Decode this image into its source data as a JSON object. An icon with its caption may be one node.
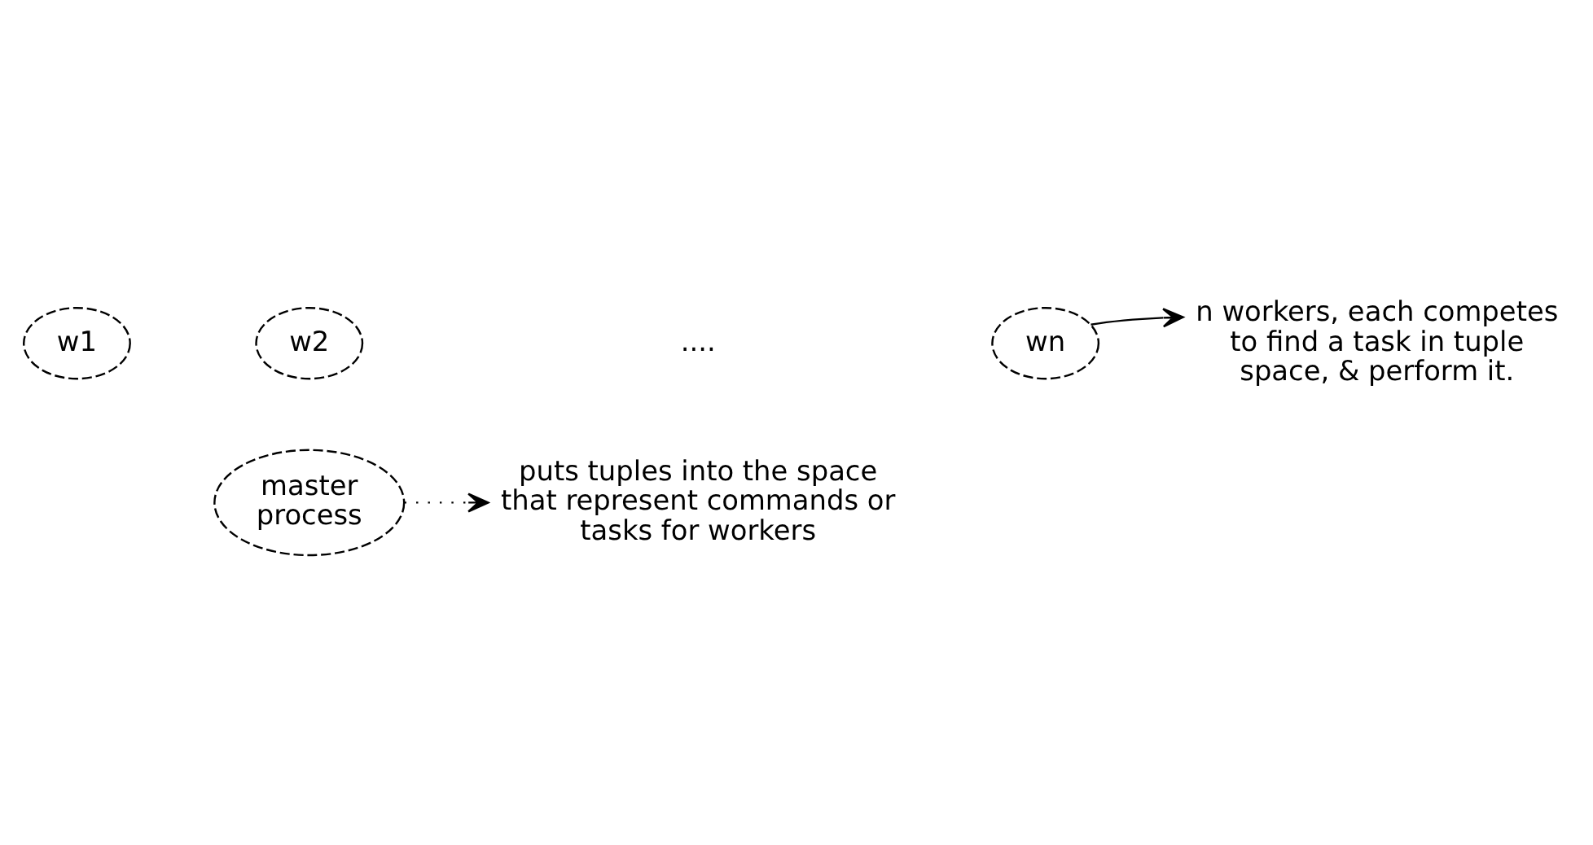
{
  "diagram": {
    "nodes": [
      {
        "text": [
          "master process"
        ]
      },
      {
        "text": [
          "puts tuples into the space that represent commands or tasks for workers"
        ]
      },
      {
        "text": [
          "w1"
        ]
      },
      {
        "text": [
          "w2"
        ]
      },
      {
        "text": [
          "wn"
        ]
      },
      {
        "text": [
          "n workers, each competes to find a task in tuple space, & perform it."
        ]
      }
    ],
    "edges": [
      {
        "from": 0,
        "to": 1,
        "arrow": "to",
        "style": "dashed"
      },
      {
        "from": 4,
        "to": 5,
        "arrow": "to"
      }
    ],
    "labels": [
      "...."
    ]
  }
}
